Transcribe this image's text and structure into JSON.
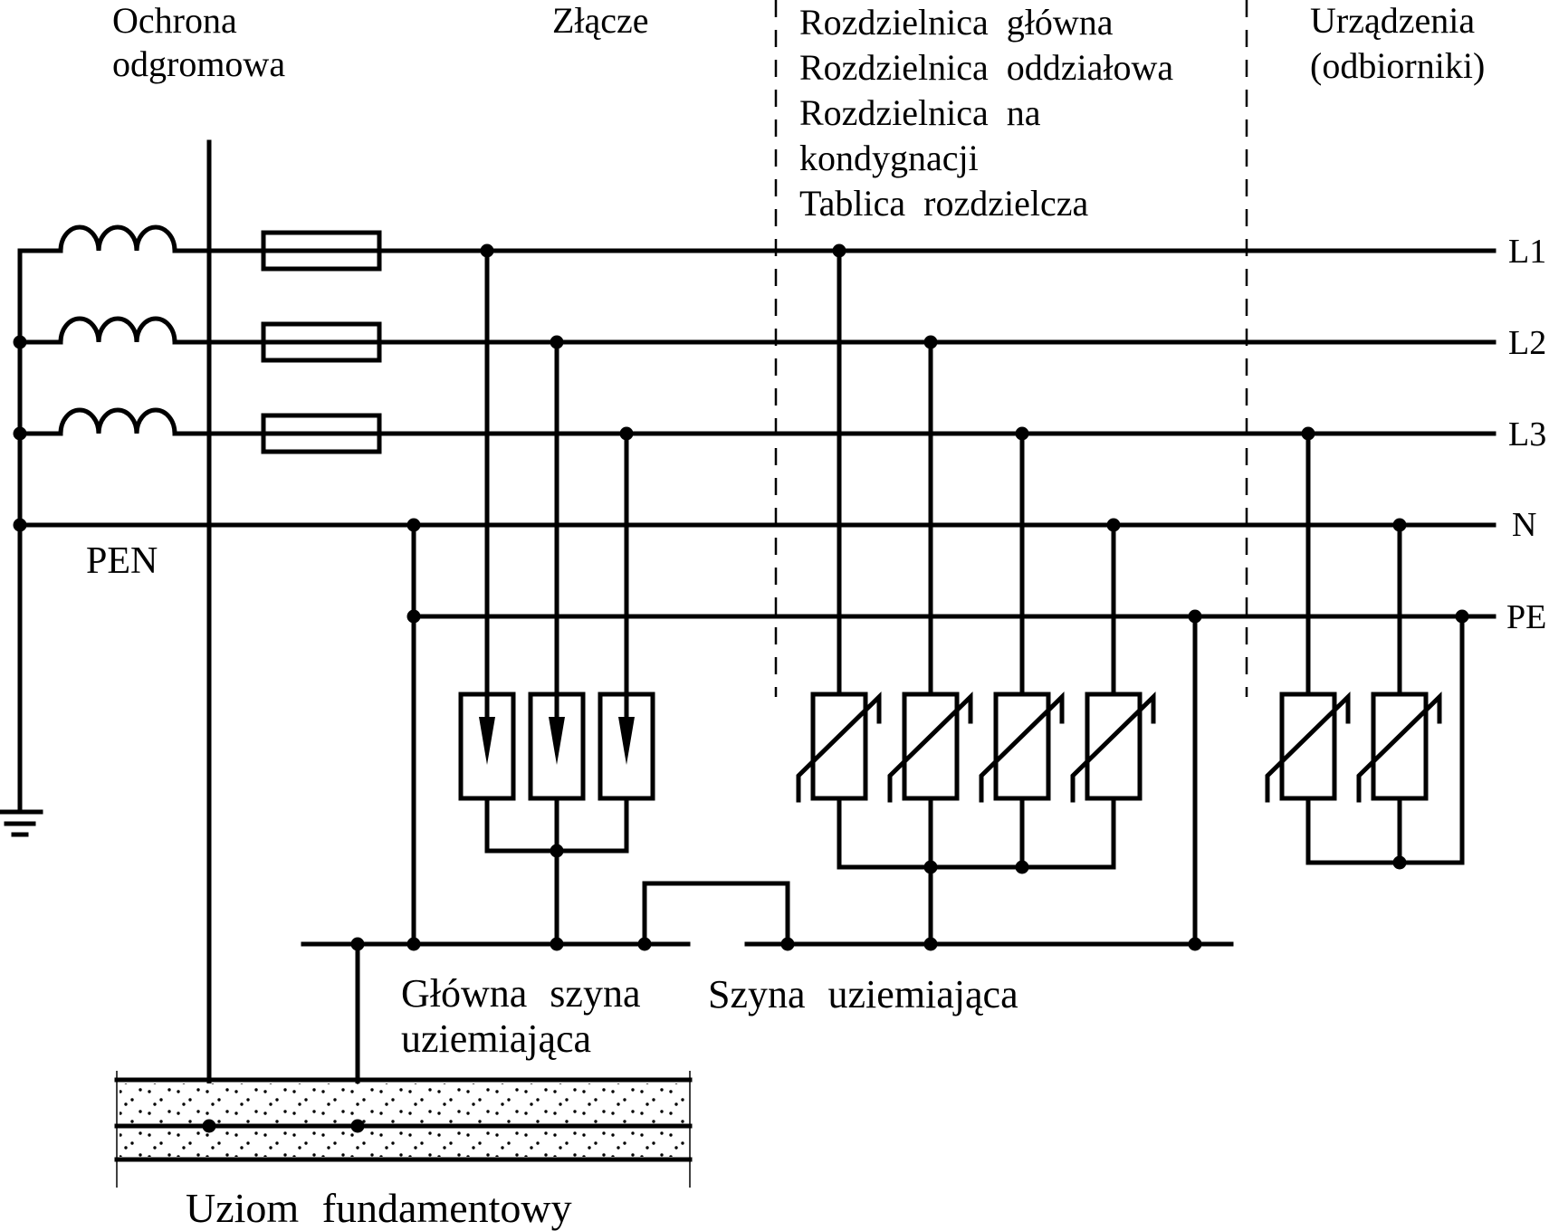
{
  "colors": {
    "ink": "#000000",
    "paper": "#ffffff"
  },
  "sections": {
    "lightning_protection": {
      "line1": "Ochrona",
      "line2": "odgromowa"
    },
    "service_entrance": "Złącze",
    "distribution": {
      "line1": "Rozdzielnica główna",
      "line2": "Rozdzielnica oddziałowa",
      "line3": "Rozdzielnica na",
      "line4": "kondygnacji",
      "line5": "Tablica rozdzielcza"
    },
    "devices": {
      "line1": "Urządzenia",
      "line2": "(odbiorniki)"
    }
  },
  "conductors": {
    "l1": "L1",
    "l2": "L2",
    "l3": "L3",
    "n": "N",
    "pe": "PE",
    "pen": "PEN"
  },
  "earthing": {
    "main_bus_line1": "Główna szyna",
    "main_bus_line2": "uziemiająca",
    "bus": "Szyna uziemiająca",
    "foundation_electrode": "Uziom fundamentowy"
  }
}
